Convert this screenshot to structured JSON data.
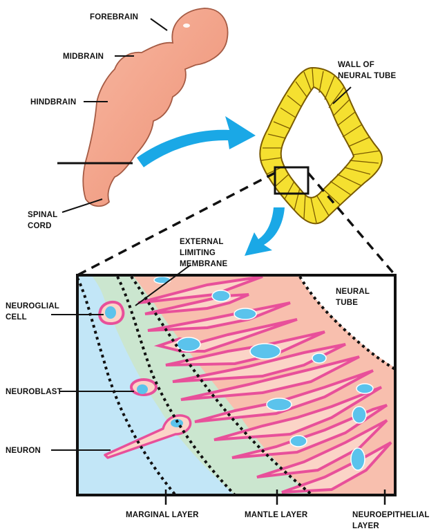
{
  "labels": {
    "forebrain": "FOREBRAIN",
    "midbrain": "MIDBRAIN",
    "hindbrain": "HINDBRAIN",
    "spinal_cord": [
      "SPINAL",
      "CORD"
    ],
    "wall_of_neural_tube": [
      "WALL OF",
      "NEURAL TUBE"
    ],
    "external_limiting_membrane": [
      "EXTERNAL",
      "LIMITING",
      "MEMBRANE"
    ],
    "neural_tube": [
      "NEURAL",
      "TUBE"
    ],
    "neuroglial_cell": [
      "NEUROGLIAL",
      "CELL"
    ],
    "neuroblast": "NEUROBLAST",
    "neuron": "NEURON",
    "marginal_layer": "MARGINAL LAYER",
    "mantle_layer": "MANTLE LAYER",
    "neuroepithelial_layer": [
      "NEUROEPITHELIAL",
      "LAYER"
    ]
  },
  "colors": {
    "brain_fill": "#f4a58c",
    "tube_wall": "#f5e030",
    "arrow": "#1aa8e6",
    "marginal": "#c2e6f7",
    "mantle": "#cbe6cf",
    "neuroepithelial": "#f8bfae",
    "cell_outline": "#e8509a",
    "nucleus": "#5bc3ec"
  }
}
